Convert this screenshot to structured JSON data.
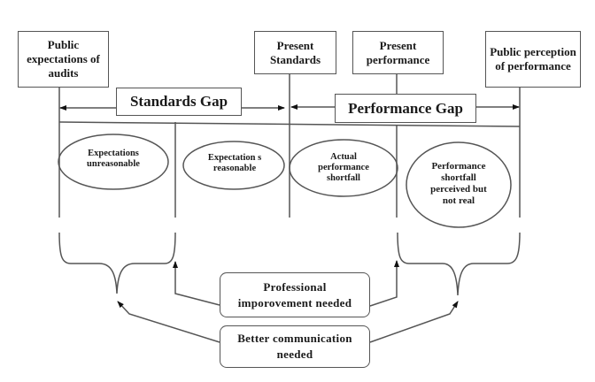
{
  "top_boxes": [
    {
      "id": "public-expectations",
      "label": "Public expectations of audits"
    },
    {
      "id": "present-standards",
      "label": "Present Standards"
    },
    {
      "id": "present-performance",
      "label": "Present performance"
    },
    {
      "id": "public-perception",
      "label": "Public perception of performance"
    }
  ],
  "gaps": {
    "standards": "Standards Gap",
    "performance": "Performance Gap"
  },
  "ovals": [
    {
      "label": "Expectations unreasonable"
    },
    {
      "label": "Expectation s reasonable"
    },
    {
      "label": "Actual performance shortfall"
    },
    {
      "label": "Performance shortfall perceived but not real"
    }
  ],
  "actions": {
    "professional": "Professional imporovement needed",
    "communication": "Better communication needed"
  }
}
